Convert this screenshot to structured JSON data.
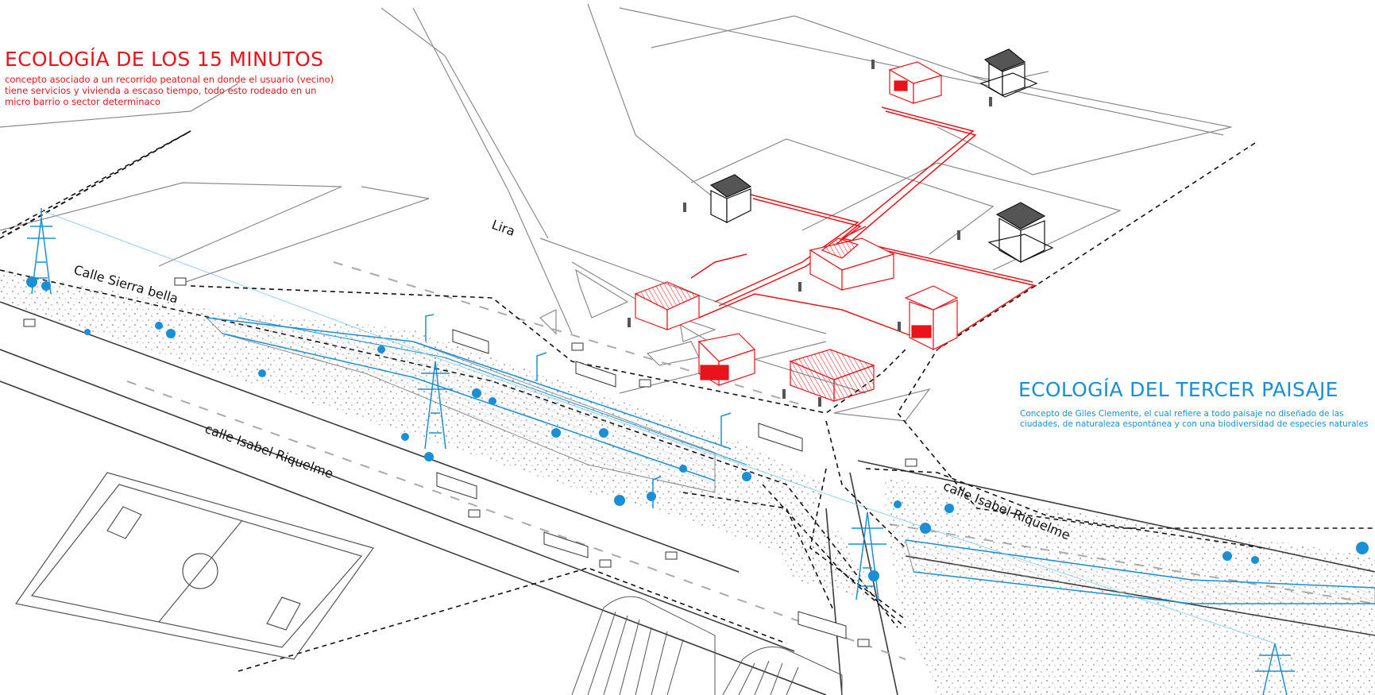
{
  "colors": {
    "accent_red": "#e8131b",
    "accent_blue": "#1a8fd6",
    "line": "#6b6b6b",
    "text": "#111111"
  },
  "ecologia_15": {
    "title": "ECOLOGÍA DE LOS 15 MINUTOS",
    "description": "concepto asociado a un recorrido peatonal en donde el usuario (vecino) tiene servicios y vivienda a escaso tiempo, todo esto rodeado en un micro barrio o sector determinaco"
  },
  "tercer_paisaje": {
    "title": "ECOLOGÍA DEL TERCER PAISAJE",
    "description": "Concepto de Giles Clemente, el cual refiere a todo paisaje no diseñado de las ciudades, de naturaleza espontánea y con una biodiversidad de especies naturales"
  },
  "streets": {
    "lira": "Lira",
    "sierra_bella": "Calle Sierra bella",
    "isabel_riquelme_left": "calle Isabel Riquelme",
    "isabel_riquelme_right": "calle Isabel Riquelme"
  }
}
